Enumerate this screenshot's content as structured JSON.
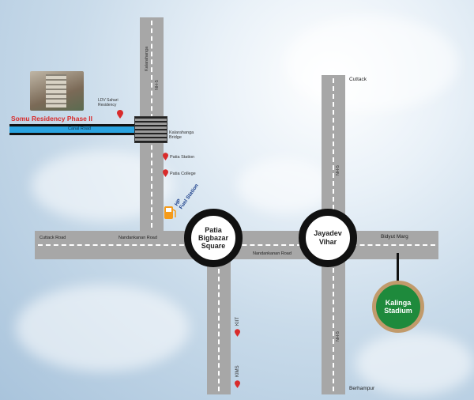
{
  "map": {
    "project": "Somu Residency Phase II",
    "canal_road": "Canal Road",
    "landmarks": {
      "ldv": "LDV Sahari Residency",
      "kalarahanga_bridge": "Kalarahanga Bridge",
      "patia_station": "Patia Station",
      "patia_college": "Patia College",
      "hp_fuel": "HP Fuel Station",
      "kiit": "KIIT",
      "kims": "KIMS"
    },
    "roads": {
      "cuttack_road": "Cuttack Road",
      "nandankanan_road_left": "Nandankanan Road",
      "nandankanan_road_mid": "Nandankanan Road",
      "bidyut_marg": "Bidyut Marg",
      "nh5_upper": "NH-5",
      "nh5_right_upper": "NH-5",
      "nh5_right_lower": "NH-5",
      "kalarahanga_road": "Kalarahanga"
    },
    "directions": {
      "north": "Cuttack",
      "south": "Berhampur"
    },
    "squares": {
      "patia": "Patia Bigbazar Square",
      "jayadev": "Jayadev Vihar"
    },
    "stadium": "Kalinga Stadium",
    "colors": {
      "road": "#a7a7a7",
      "canal": "#2aa3e0",
      "pin": "#d92b2b",
      "stadium": "#1e8a3c",
      "project_text": "#d92b2b"
    }
  }
}
